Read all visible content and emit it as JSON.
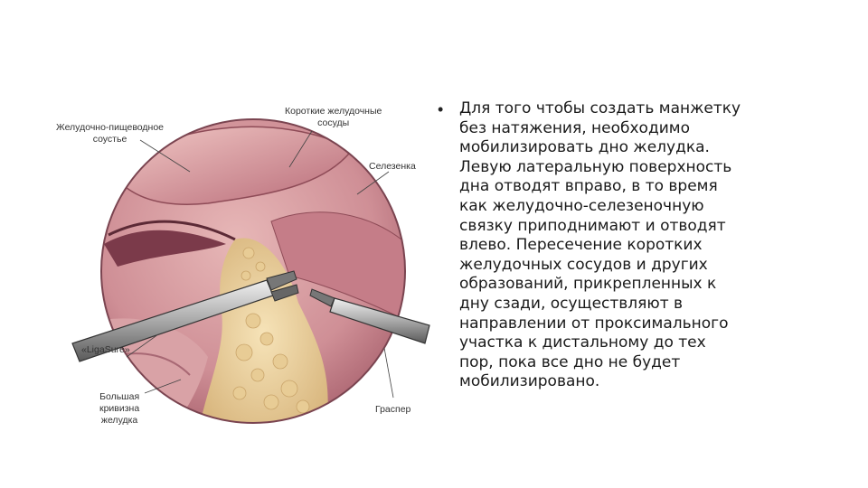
{
  "figure": {
    "labels": {
      "gastroesophageal_junction": "Желудочно-пищеводное\nсоустье",
      "short_gastric_vessels": "Короткие желудочные\nсосуды",
      "spleen": "Селезенка",
      "ligasure": "«LigaSure»",
      "greater_curvature": "Большая\nкривизна\nжелудка",
      "grasper": "Граспер"
    }
  },
  "text": {
    "bullet_symbol": "•",
    "body": "Для того чтобы создать манжетку\nбез натяжения, необходимо\nмобилизировать дно желудка.\nЛевую латеральную поверхность\nдна отводят вправо, в то время\nкак желудочно-селезеночную\nсвязку приподнимают и отводят\nвлево. Пересечение коротких\nжелудочных сосудов и других\nобразований, прикрепленных к\nдну сзади, осуществляют в\nнаправлении от проксимального\nучастка к дистальному до тех\nпор, пока все дно не будет\nмобилизировано."
  }
}
